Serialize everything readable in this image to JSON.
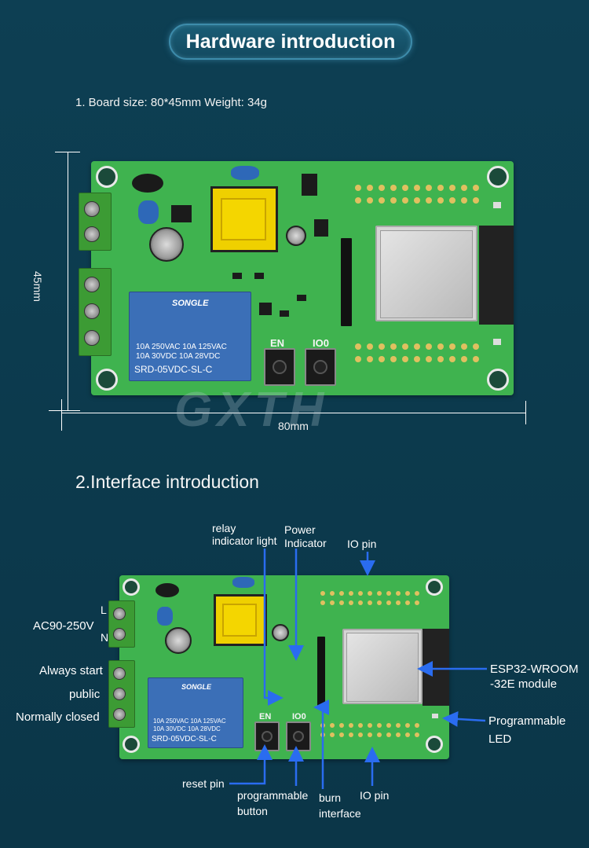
{
  "header": {
    "title": "Hardware introduction"
  },
  "board_info": "1. Board size: 80*45mm   Weight: 34g",
  "dimensions": {
    "height_label": "45mm",
    "width_label": "80mm"
  },
  "watermark": "GXTH",
  "section2_title": "2.Interface introduction",
  "board": {
    "button_en": "EN",
    "button_io0": "IO0",
    "relay": {
      "brand": "SONGLE",
      "line1": "10A 250VAC  10A 125VAC",
      "line2": "10A  30VDC  10A  28VDC",
      "model": "SRD-05VDC-SL-C"
    }
  },
  "annotations": {
    "relay_indicator_light": [
      "relay",
      "indicator light"
    ],
    "power_indicator": [
      "Power",
      "Indicator"
    ],
    "io_pin_top": "IO pin",
    "l": "L",
    "n": "N",
    "ac": "AC90-250V",
    "always_start": "Always start",
    "public": "public",
    "normally_closed": "Normally closed",
    "esp32_module": [
      "ESP32-WROOM",
      "-32E module"
    ],
    "programmable_led": [
      "Programmable",
      "LED"
    ],
    "reset_pin": "reset pin",
    "programmable_button": [
      "programmable",
      "button"
    ],
    "burn_interface": [
      "burn",
      "interface"
    ],
    "io_pin_bottom": "IO pin"
  },
  "colors": {
    "background": "#0c3a4d",
    "pcb": "#3fb34f",
    "arrow": "#2a6cf0",
    "relay": "#3b6fb7",
    "transformer": "#efd000"
  }
}
